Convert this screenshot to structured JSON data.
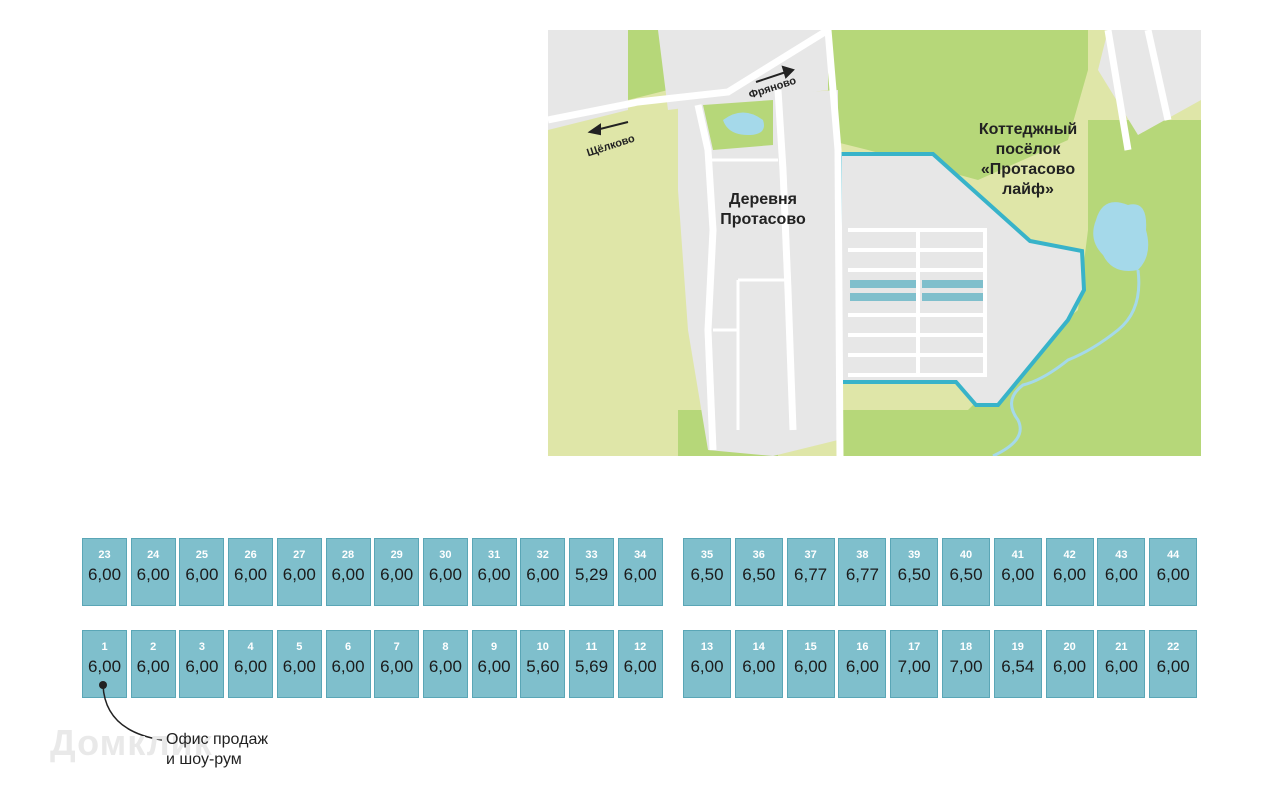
{
  "map": {
    "village_label": "Деревня\nПротасово",
    "settlement_label": "Коттеджный\nпосёлок\n«Протасово\nлайф»",
    "direction_left": "Щёлково",
    "direction_right": "Фряново",
    "colors": {
      "field": "#dfe6a8",
      "forest": "#b6d779",
      "road": "#ffffff",
      "built": "#e7e7e7",
      "water": "#a5d9ea",
      "boundary": "#38b3c9"
    }
  },
  "plots": {
    "top_left": [
      {
        "num": "23",
        "area": "6,00"
      },
      {
        "num": "24",
        "area": "6,00"
      },
      {
        "num": "25",
        "area": "6,00"
      },
      {
        "num": "26",
        "area": "6,00"
      },
      {
        "num": "27",
        "area": "6,00"
      },
      {
        "num": "28",
        "area": "6,00"
      },
      {
        "num": "29",
        "area": "6,00"
      },
      {
        "num": "30",
        "area": "6,00"
      },
      {
        "num": "31",
        "area": "6,00"
      },
      {
        "num": "32",
        "area": "6,00"
      },
      {
        "num": "33",
        "area": "5,29"
      },
      {
        "num": "34",
        "area": "6,00"
      }
    ],
    "top_right": [
      {
        "num": "35",
        "area": "6,50"
      },
      {
        "num": "36",
        "area": "6,50"
      },
      {
        "num": "37",
        "area": "6,77"
      },
      {
        "num": "38",
        "area": "6,77"
      },
      {
        "num": "39",
        "area": "6,50"
      },
      {
        "num": "40",
        "area": "6,50"
      },
      {
        "num": "41",
        "area": "6,00"
      },
      {
        "num": "42",
        "area": "6,00"
      },
      {
        "num": "43",
        "area": "6,00"
      },
      {
        "num": "44",
        "area": "6,00"
      }
    ],
    "bottom_left": [
      {
        "num": "1",
        "area": "6,00"
      },
      {
        "num": "2",
        "area": "6,00"
      },
      {
        "num": "3",
        "area": "6,00"
      },
      {
        "num": "4",
        "area": "6,00"
      },
      {
        "num": "5",
        "area": "6,00"
      },
      {
        "num": "6",
        "area": "6,00"
      },
      {
        "num": "7",
        "area": "6,00"
      },
      {
        "num": "8",
        "area": "6,00"
      },
      {
        "num": "9",
        "area": "6,00"
      },
      {
        "num": "10",
        "area": "5,60"
      },
      {
        "num": "11",
        "area": "5,69"
      },
      {
        "num": "12",
        "area": "6,00"
      }
    ],
    "bottom_right": [
      {
        "num": "13",
        "area": "6,00"
      },
      {
        "num": "14",
        "area": "6,00"
      },
      {
        "num": "15",
        "area": "6,00"
      },
      {
        "num": "16",
        "area": "6,00"
      },
      {
        "num": "17",
        "area": "7,00"
      },
      {
        "num": "18",
        "area": "7,00"
      },
      {
        "num": "19",
        "area": "6,54"
      },
      {
        "num": "20",
        "area": "6,00"
      },
      {
        "num": "21",
        "area": "6,00"
      },
      {
        "num": "22",
        "area": "6,00"
      }
    ],
    "plot_color": "#7fbfcc"
  },
  "office": {
    "label": "Офис продаж\nи шоу-рум"
  },
  "watermark": "Домклик"
}
